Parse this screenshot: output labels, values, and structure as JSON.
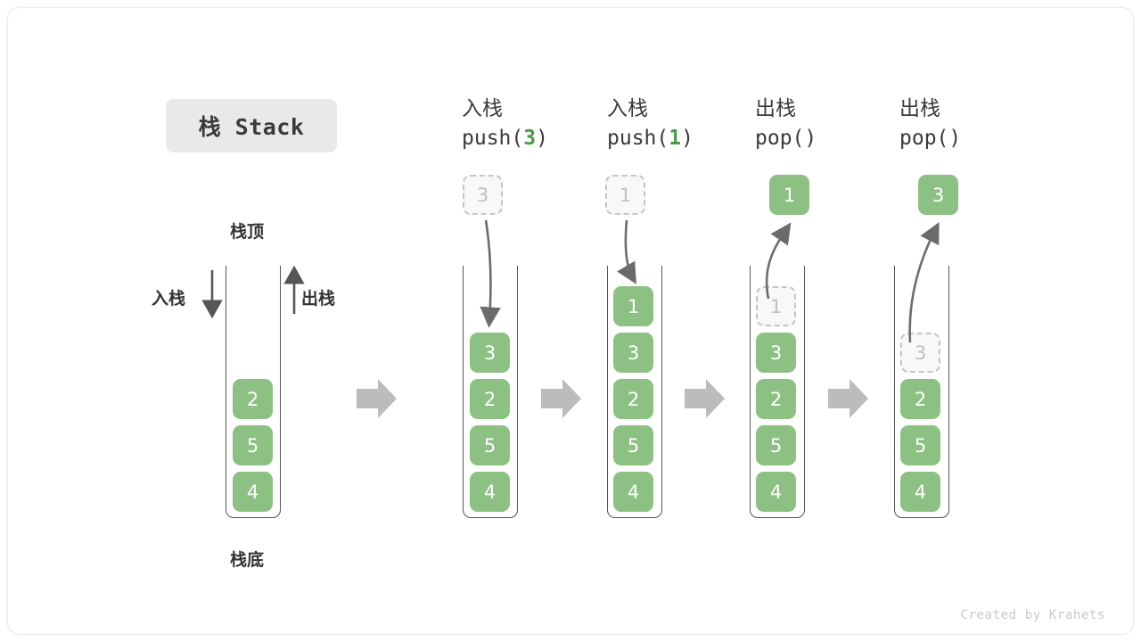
{
  "title_badge": {
    "label": "栈 Stack"
  },
  "colors": {
    "cell_green": "#8cc183",
    "accent_green": "#4a9a4a",
    "ghost_fill": "#f8f8f8",
    "ghost_border": "#c4c4c4",
    "ghost_text": "#c0c0c0",
    "arrow_gray": "#bcbcbc",
    "stroke_dark": "#555555",
    "badge_bg": "#e9e9e9"
  },
  "labels": {
    "stack_top": "栈顶",
    "stack_bottom": "栈底",
    "push": "入栈",
    "pop": "出栈"
  },
  "columns": [
    {
      "id": "initial",
      "header_cn": "",
      "header_code": "",
      "cells": [
        "2",
        "5",
        "4"
      ],
      "ghost_inside": null,
      "ghost_above": null,
      "popped_above": null
    },
    {
      "id": "push-3",
      "header_cn": "入栈",
      "header_code": "push(3)",
      "header_code_prefix": "push(",
      "header_code_arg": "3",
      "header_code_suffix": ")",
      "cells": [
        "3",
        "2",
        "5",
        "4"
      ],
      "ghost_above": "3",
      "ghost_inside": null,
      "popped_above": null
    },
    {
      "id": "push-1",
      "header_cn": "入栈",
      "header_code": "push(1)",
      "header_code_prefix": "push(",
      "header_code_arg": "1",
      "header_code_suffix": ")",
      "cells": [
        "1",
        "3",
        "2",
        "5",
        "4"
      ],
      "ghost_above": "1",
      "ghost_inside": null,
      "popped_above": null
    },
    {
      "id": "pop-1",
      "header_cn": "出栈",
      "header_code": "pop()",
      "header_code_prefix": "pop(",
      "header_code_arg": "",
      "header_code_suffix": ")",
      "cells": [
        "3",
        "2",
        "5",
        "4"
      ],
      "ghost_inside": "1",
      "ghost_above": null,
      "popped_above": "1"
    },
    {
      "id": "pop-2",
      "header_cn": "出栈",
      "header_code": "pop()",
      "header_code_prefix": "pop(",
      "header_code_arg": "",
      "header_code_suffix": ")",
      "cells": [
        "2",
        "5",
        "4"
      ],
      "ghost_inside": "3",
      "ghost_above": null,
      "popped_above": "3"
    }
  ],
  "footer": {
    "credit": "Created by Krahets"
  }
}
